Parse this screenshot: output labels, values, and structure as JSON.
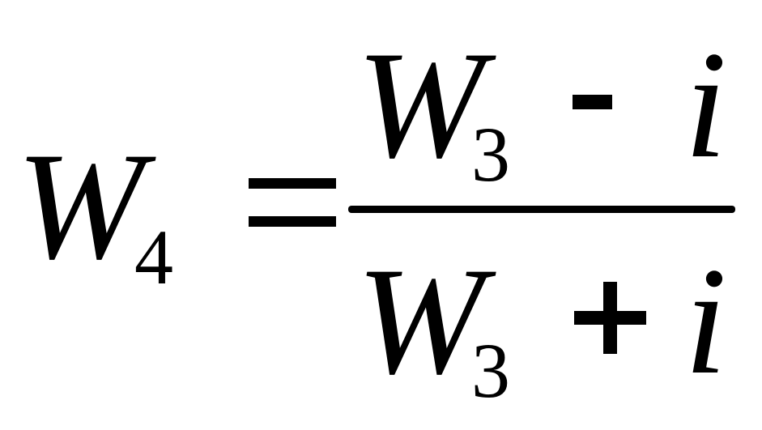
{
  "formula": {
    "lhs": {
      "variable": "W",
      "subscript": "4"
    },
    "equals": "=",
    "numerator": {
      "variable": "W",
      "subscript": "3",
      "operator": "-",
      "term": "i"
    },
    "denominator": {
      "variable": "W",
      "subscript": "3",
      "operator": "+",
      "term": "i"
    }
  }
}
